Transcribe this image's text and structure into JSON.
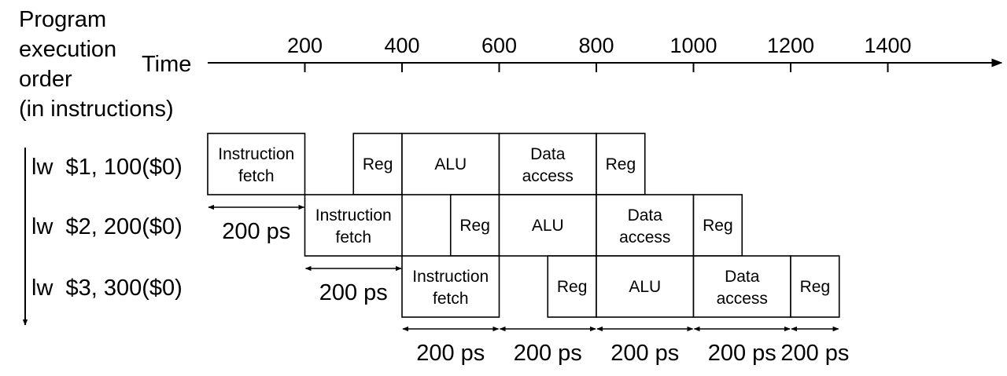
{
  "axis": {
    "order_label_lines": [
      "Program",
      "execution",
      "order",
      "(in instructions)"
    ],
    "time_label": "Time",
    "ticks": [
      "200",
      "400",
      "600",
      "800",
      "1000",
      "1200",
      "1400"
    ]
  },
  "instructions": [
    {
      "label": "lw  $1, 100($0)",
      "stages": [
        {
          "text": [
            "Instruction",
            "fetch"
          ],
          "start": 0,
          "end": 200
        },
        {
          "text": [
            "Reg"
          ],
          "start": 300,
          "end": 400
        },
        {
          "text": [
            "ALU"
          ],
          "start": 400,
          "end": 600
        },
        {
          "text": [
            "Data",
            "access"
          ],
          "start": 600,
          "end": 800
        },
        {
          "text": [
            "Reg"
          ],
          "start": 800,
          "end": 900
        }
      ]
    },
    {
      "label": "lw  $2, 200($0)",
      "stages": [
        {
          "text": [
            "Instruction",
            "fetch"
          ],
          "start": 200,
          "end": 400
        },
        {
          "text": [
            "Reg"
          ],
          "start": 500,
          "end": 600
        },
        {
          "text": [
            "ALU"
          ],
          "start": 600,
          "end": 800
        },
        {
          "text": [
            "Data",
            "access"
          ],
          "start": 800,
          "end": 1000
        },
        {
          "text": [
            "Reg"
          ],
          "start": 1000,
          "end": 1100
        }
      ]
    },
    {
      "label": "lw  $3, 300($0)",
      "stages": [
        {
          "text": [
            "Instruction",
            "fetch"
          ],
          "start": 400,
          "end": 600
        },
        {
          "text": [
            "Reg"
          ],
          "start": 700,
          "end": 800
        },
        {
          "text": [
            "ALU"
          ],
          "start": 800,
          "end": 1000
        },
        {
          "text": [
            "Data",
            "access"
          ],
          "start": 1000,
          "end": 1200
        },
        {
          "text": [
            "Reg"
          ],
          "start": 1200,
          "end": 1300
        }
      ]
    }
  ],
  "interval_label": "200 ps",
  "row_intervals": [
    {
      "start": 0,
      "end": 200
    },
    {
      "start": 200,
      "end": 400
    }
  ],
  "bottom_intervals": [
    {
      "start": 400,
      "end": 600
    },
    {
      "start": 600,
      "end": 800
    },
    {
      "start": 800,
      "end": 1000
    },
    {
      "start": 1000,
      "end": 1200
    },
    {
      "start": 1200,
      "end": 1300
    }
  ]
}
